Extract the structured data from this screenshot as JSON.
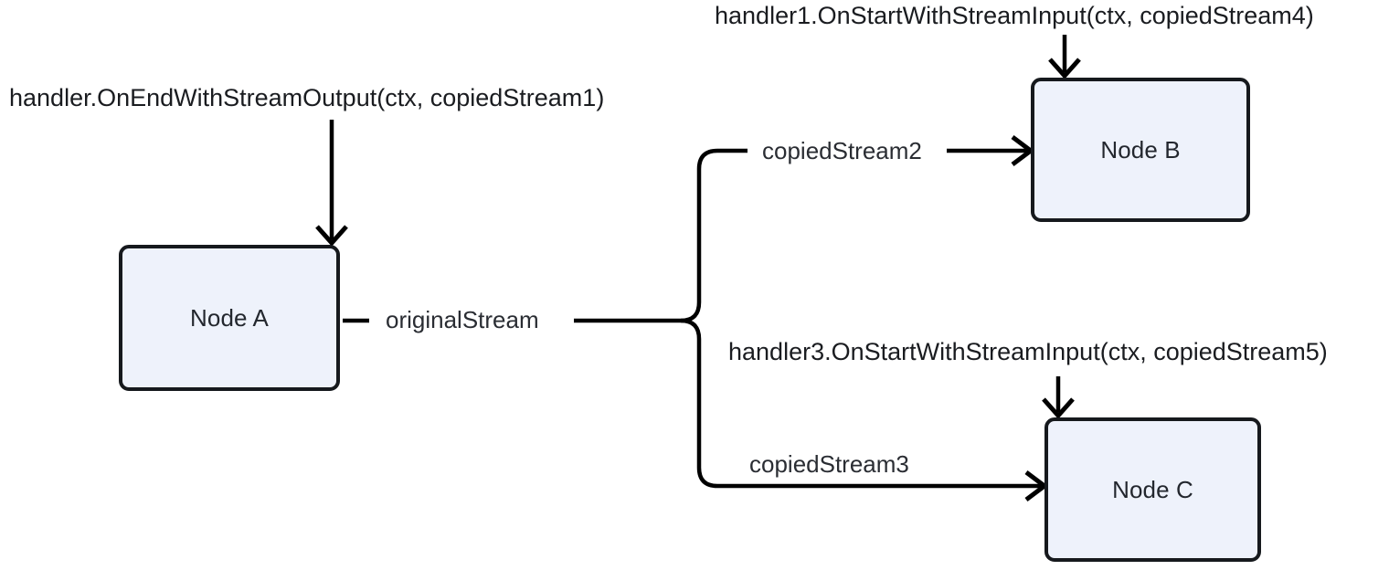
{
  "diagram": {
    "title": "stream copy handler flow",
    "background_color": "#ffffff",
    "edge_color": "#000000",
    "node_fill_color": "#eef2fb",
    "node_border_color": "#16191d",
    "text_color": "#23272e"
  },
  "nodes": [
    {
      "id": "node-a",
      "label": "Node A"
    },
    {
      "id": "node-b",
      "label": "Node B"
    },
    {
      "id": "node-c",
      "label": "Node C"
    }
  ],
  "edge_labels": {
    "original_stream": "originalStream",
    "copied_stream_2": "copiedStream2",
    "copied_stream_3": "copiedStream3"
  },
  "handler_annotations": {
    "node_a_end_output": "handler.OnEndWithStreamOutput(ctx, copiedStream1)",
    "node_b_start_input": "handler1.OnStartWithStreamInput(ctx, copiedStream4)",
    "node_c_start_input": "handler3.OnStartWithStreamInput(ctx, copiedStream5)"
  }
}
